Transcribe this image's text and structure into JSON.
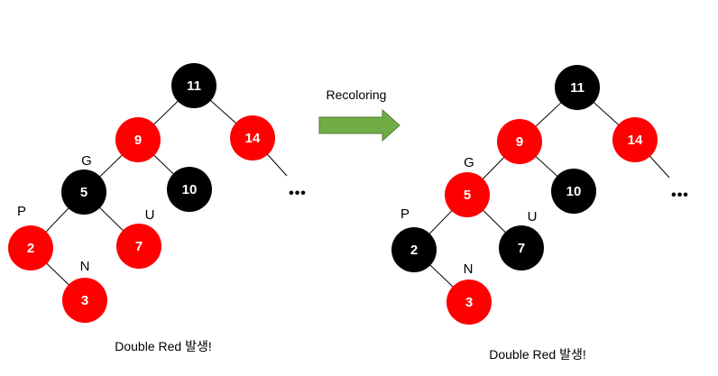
{
  "colors": {
    "red": "#ff0000",
    "black": "#000000",
    "arrow_fill": "#70ad47",
    "arrow_stroke": "#507e32",
    "edge": "#000000"
  },
  "arrow": {
    "label": "Recoloring"
  },
  "before": {
    "caption": "Double Red 발생!",
    "continuation": "•••",
    "nodes": [
      {
        "key": "11",
        "color": "black"
      },
      {
        "key": "9",
        "color": "red"
      },
      {
        "key": "14",
        "color": "red"
      },
      {
        "key": "5",
        "color": "black"
      },
      {
        "key": "10",
        "color": "black"
      },
      {
        "key": "2",
        "color": "red"
      },
      {
        "key": "7",
        "color": "red"
      },
      {
        "key": "3",
        "color": "red"
      }
    ],
    "tags": {
      "grandparent": "G",
      "parent": "P",
      "uncle": "U",
      "new": "N"
    }
  },
  "after": {
    "caption": "Double Red 발생!",
    "continuation": "•••",
    "nodes": [
      {
        "key": "11",
        "color": "black"
      },
      {
        "key": "9",
        "color": "red"
      },
      {
        "key": "14",
        "color": "red"
      },
      {
        "key": "5",
        "color": "red"
      },
      {
        "key": "10",
        "color": "black"
      },
      {
        "key": "2",
        "color": "black"
      },
      {
        "key": "7",
        "color": "black"
      },
      {
        "key": "3",
        "color": "red"
      }
    ],
    "tags": {
      "grandparent": "G",
      "parent": "P",
      "uncle": "U",
      "new": "N"
    }
  }
}
